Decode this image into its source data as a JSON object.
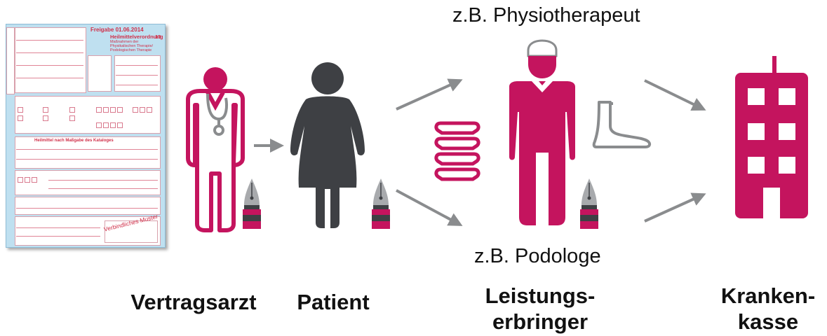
{
  "form": {
    "header": "Freigabe 01.06.2014",
    "title_line1": "Heilmittelverordnung",
    "title_number": "13",
    "title_sub1": "Maßnahmen der",
    "title_sub2": "Physikalischen Therapie/",
    "title_sub3": "Podologischen Therapie",
    "section_main": "Heilmittel nach Maßgabe des Kataloges",
    "stamp": "Verbindliches Muster"
  },
  "labels": {
    "vertragsarzt": "Vertragsarzt",
    "patient": "Patient",
    "leistungs_line1": "Leistungs-",
    "leistungs_line2": "erbringer",
    "kranken_line1": "Kranken-",
    "kranken_line2": "kasse"
  },
  "roles": {
    "physio": "z.B. Physiotherapeut",
    "podologe": "z.B. Podologe"
  },
  "colors": {
    "magenta": "#c4145e",
    "charcoal": "#3e4044",
    "arrow": "#8a8c8e",
    "form_bg": "#bfe0f0"
  }
}
